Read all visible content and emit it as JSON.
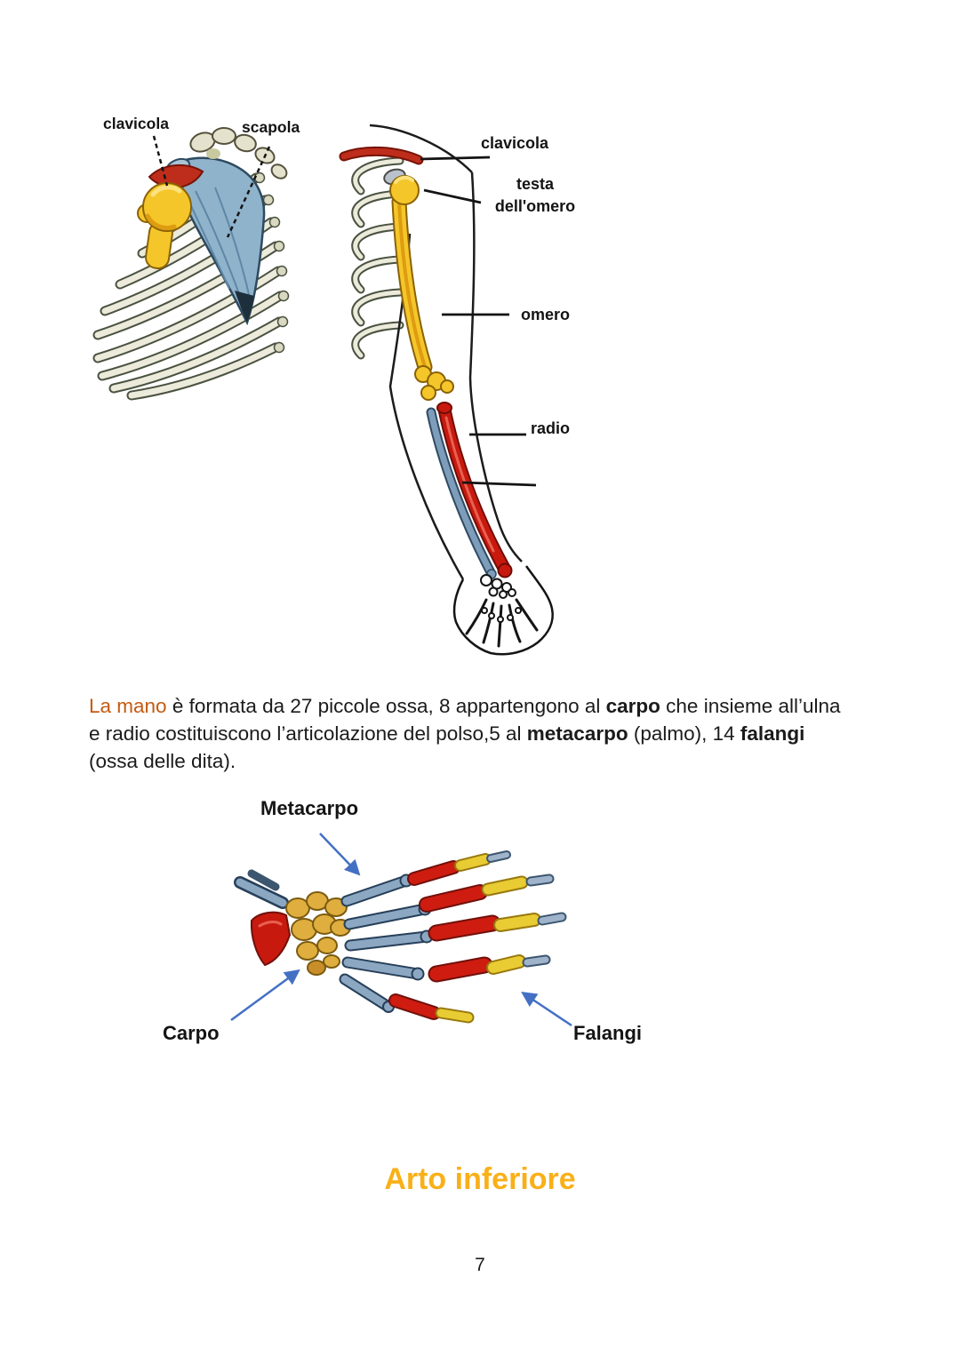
{
  "figure_arm": {
    "labels": {
      "clavicola_left": "clavicola",
      "scapola": "scapola",
      "clavicola_right": "clavicola",
      "testa1": "testa",
      "testa2": "dell'omero",
      "omero": "omero",
      "radio": "radio"
    }
  },
  "paragraph": {
    "l1a": "La mano",
    "l1b": " è formata da 27 piccole ossa, 8 appartengono al ",
    "l1c": "carpo",
    "l1d": " che insieme all’ulna",
    "l2a": "e radio costituiscono l’articolazione del polso,5 al ",
    "l2b": "metacarpo",
    "l2c": " (palmo), 14 ",
    "l2d": "falangi",
    "l3": "(ossa delle dita)."
  },
  "figure_hand": {
    "labels": {
      "metacarpo": "Metacarpo",
      "carpo": "Carpo",
      "falangi": "Falangi"
    }
  },
  "heading": {
    "text": "Arto inferiore",
    "color": "#F9B018"
  },
  "footer": {
    "page_number": "7"
  },
  "palette": {
    "text_orange": "#C55A11",
    "heading_gold": "#F9B018",
    "arrow_blue": "#4470C4",
    "bone_light": "#ECEADB",
    "bone_outline": "#4A5240",
    "scapula_blue": "#8FB3CB",
    "humerus_yellow": "#F5C62A",
    "clavicle_red": "#BE2D1B",
    "radius_red": "#C8190F",
    "ulna_blue": "#7E9DBA",
    "carpal_gold": "#DFAE3E",
    "metacarpal_gray": "#8CA7C2"
  }
}
